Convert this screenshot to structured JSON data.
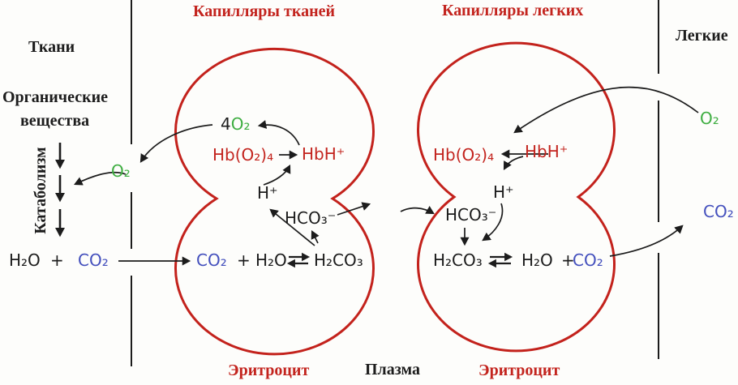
{
  "header": {
    "left_capillaries": "Капилляры тканей",
    "right_capillaries": "Капилляры легких"
  },
  "tissue": {
    "label": "Ткани",
    "organic_line1": "Органические",
    "organic_line2": "вещества",
    "catabolism": "Катаболизм",
    "h2o": "H₂O",
    "plus": "+",
    "co2": "CO₂",
    "o2": "O₂"
  },
  "lung": {
    "label": "Легкие",
    "o2": "O₂",
    "co2": "CO₂"
  },
  "left_cell": {
    "four": "4",
    "o2": "O₂",
    "hb_o2_4": "Hb(O₂)₄",
    "hbh": "HbH⁺",
    "h_plus": "H⁺",
    "hco3": "HCO₃⁻",
    "co2": "CO₂",
    "plus": "+",
    "h2o": "H₂O",
    "h2co3": "H₂CO₃",
    "caption": "Эритроцит"
  },
  "right_cell": {
    "hb_o2_4": "Hb(O₂)₄",
    "hbh": "HbH⁺",
    "h_plus": "H⁺",
    "hco3": "HCO₃⁻",
    "h2co3": "H₂CO₃",
    "h2o": "H₂O",
    "plus": "+",
    "co2": "CO₂",
    "caption": "Эритроцит"
  },
  "plasma_label": "Плазма",
  "colors": {
    "label_red": "#c3241e",
    "cell_outline_red": "#c3221c",
    "o2_green": "#3fae42",
    "co2_blue": "#4450bd",
    "ink_black": "#1c1c1c"
  }
}
